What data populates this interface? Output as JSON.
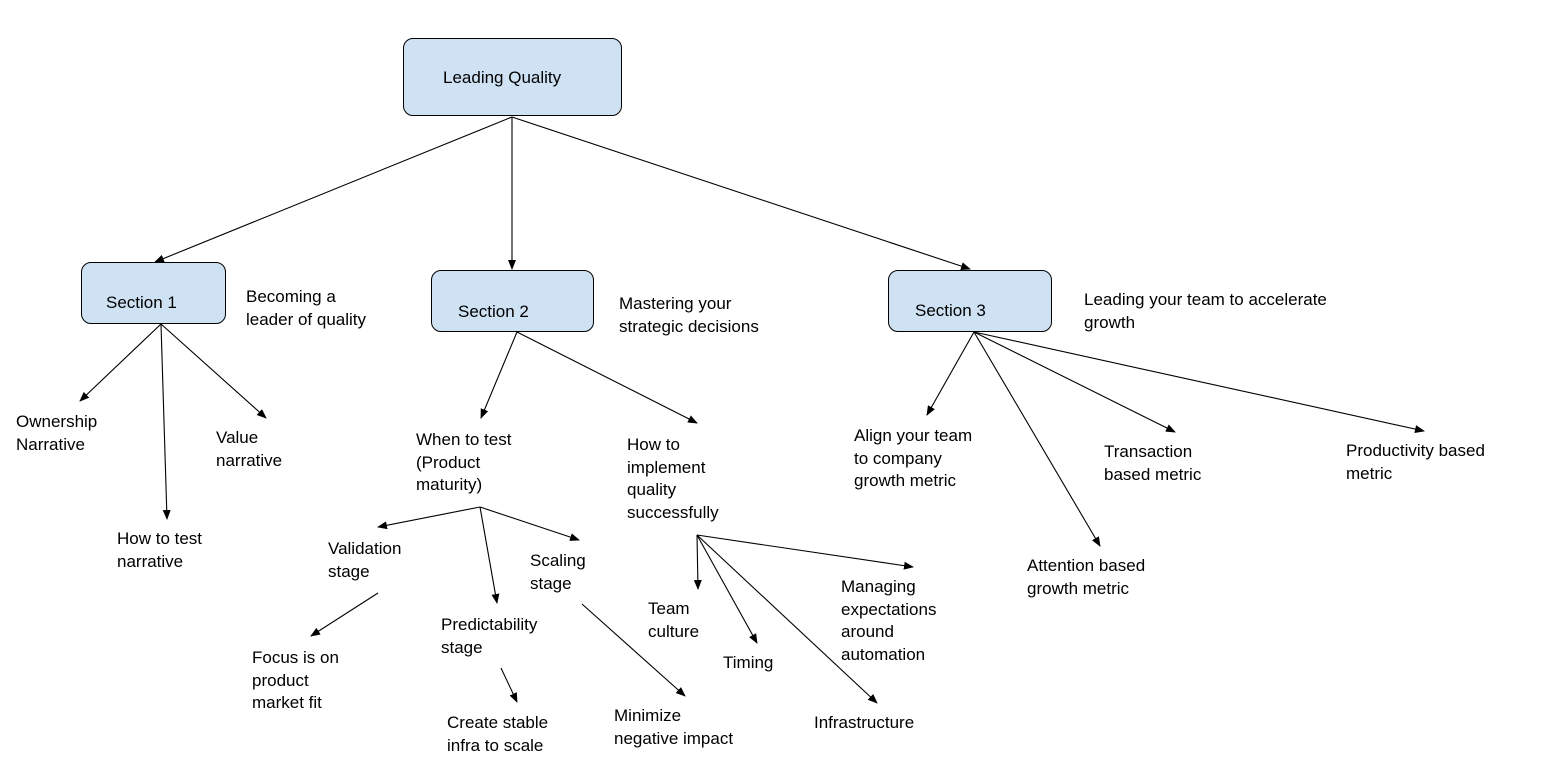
{
  "root": {
    "label": "Leading Quality"
  },
  "sections": [
    {
      "label": "Section 1",
      "subtitle": "Becoming a\nleader of quality"
    },
    {
      "label": "Section 2",
      "subtitle": "Mastering your\nstrategic decisions"
    },
    {
      "label": "Section 3",
      "subtitle": "Leading your team to accelerate\ngrowth"
    }
  ],
  "section1_children": [
    "Ownership\nNarrative",
    "How to test\nnarrative",
    "Value\nnarrative"
  ],
  "section2_children": {
    "when_to_test": {
      "label": "When to test\n(Product\nmaturity)",
      "stages": [
        {
          "label": "Validation\nstage",
          "detail": "Focus is on\nproduct\nmarket fit"
        },
        {
          "label": "Predictability\nstage",
          "detail": "Create stable\ninfra to scale"
        },
        {
          "label": "Scaling\nstage",
          "detail": "Minimize\nnegative impact"
        }
      ]
    },
    "how_to_implement": {
      "label": "How to\nimplement\nquality\nsuccessfully",
      "factors": [
        "Team\nculture",
        "Timing",
        "Infrastructure",
        "Managing\nexpectations\naround\nautomation"
      ]
    }
  },
  "section3_children": [
    "Align your team\nto company\ngrowth metric",
    "Attention based\ngrowth metric",
    "Transaction\nbased metric",
    "Productivity based\nmetric"
  ]
}
